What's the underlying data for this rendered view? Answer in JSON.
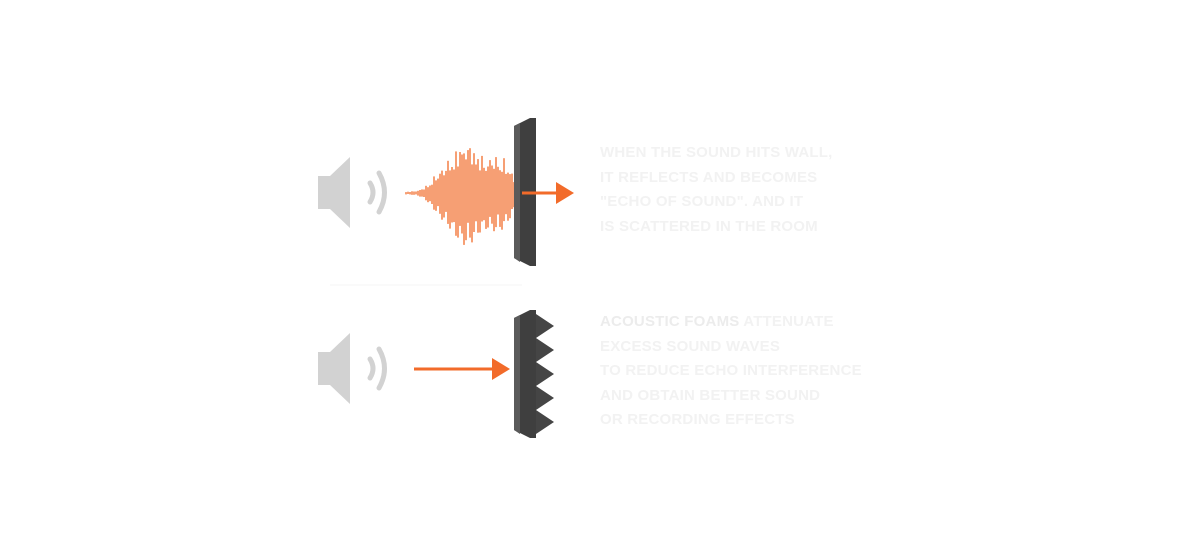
{
  "colors": {
    "accent": "#f26b2a",
    "wall": "#4a4a4a",
    "speaker": "#d2d2d2",
    "caption": "#f2f2f2"
  },
  "panels": [
    {
      "id": "reflection",
      "icons": [
        "speaker-icon",
        "sound-wave-icon",
        "flat-wall-icon",
        "arrow-right-icon"
      ],
      "caption_lines": [
        "WHEN THE SOUND HITS WALL,",
        "IT REFLECTS AND BECOMES",
        "\"ECHO OF SOUND\". AND IT",
        "IS SCATTERED IN THE ROOM"
      ]
    },
    {
      "id": "absorption",
      "icons": [
        "speaker-icon",
        "arrow-right-icon",
        "acoustic-foam-wall-icon"
      ],
      "caption_strong": "ACOUSTIC FOAMS",
      "caption_first_rest": " ATTENUATE",
      "caption_lines": [
        "EXCESS SOUND WAVES",
        "TO REDUCE ECHO INTERFERENCE",
        "AND OBTAIN BETTER SOUND",
        "OR RECORDING EFFECTS"
      ]
    }
  ]
}
